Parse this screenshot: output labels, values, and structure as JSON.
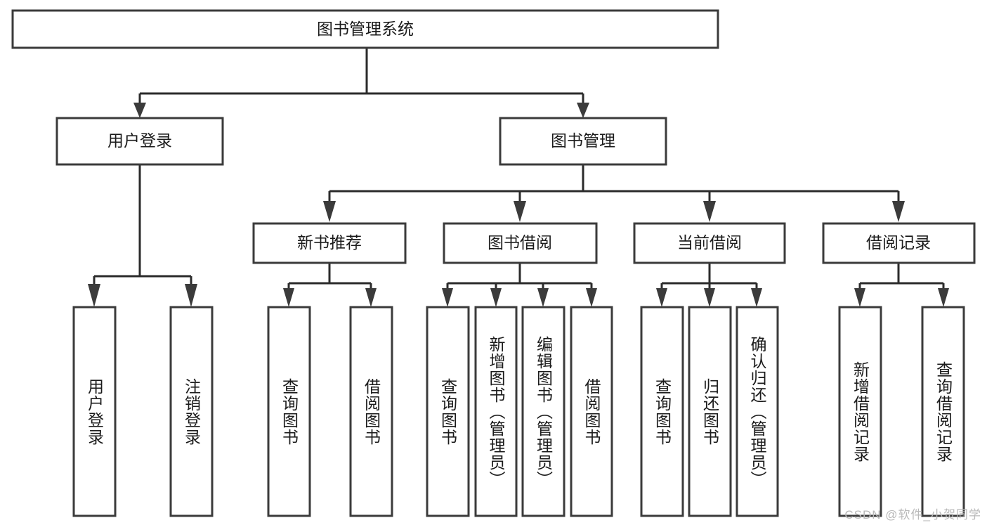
{
  "diagram": {
    "type": "hierarchy-tree",
    "title": "图书管理系统",
    "watermark": "CSDN @软件_小贺同学",
    "colors": {
      "box_fill": "#ffffff",
      "box_stroke": "#3b3b3b",
      "edge": "#2b2b2b",
      "text": "#1b1b1b",
      "watermark": "#b9b9b9"
    },
    "levels": {
      "root": {
        "label": "图书管理系统"
      },
      "level2": [
        {
          "label": "用户登录"
        },
        {
          "label": "图书管理"
        }
      ],
      "level3": [
        {
          "label": "新书推荐"
        },
        {
          "label": "图书借阅"
        },
        {
          "label": "当前借阅"
        },
        {
          "label": "借阅记录"
        }
      ]
    },
    "leaves": {
      "user_login": [
        {
          "label": "用户登录"
        },
        {
          "label": "注销登录"
        }
      ],
      "new_book_recommend": [
        {
          "label": "查询图书"
        },
        {
          "label": "借阅图书"
        }
      ],
      "book_borrow": [
        {
          "label": "查询图书"
        },
        {
          "label": "新增图书（管理员）"
        },
        {
          "label": "编辑图书（管理员）"
        },
        {
          "label": "借阅图书"
        }
      ],
      "current_borrow": [
        {
          "label": "查询图书"
        },
        {
          "label": "归还图书"
        },
        {
          "label": "确认归还（管理员）"
        }
      ],
      "borrow_record": [
        {
          "label": "新增借阅记录"
        },
        {
          "label": "查询借阅记录"
        }
      ]
    }
  }
}
